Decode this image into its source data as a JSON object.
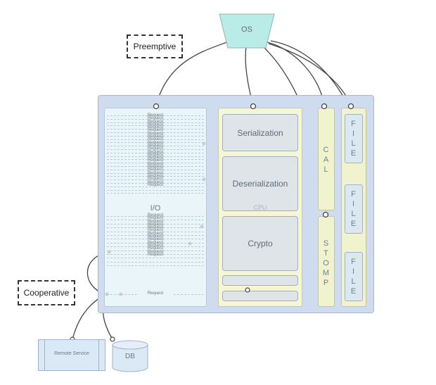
{
  "os_label": "OS",
  "preemptive_label": "Preemptive",
  "cooperative_label": "Cooperative",
  "io_label": "I/O",
  "cpu_label": "CPU",
  "request_label": "Request",
  "cpu_items": [
    "Serialization",
    "Deserialization",
    "Crypto"
  ],
  "cal_letters": [
    "C",
    "A",
    "L"
  ],
  "stomp_letters": [
    "S",
    "T",
    "O",
    "M",
    "P"
  ],
  "file_letters": [
    "F",
    "I",
    "L",
    "E"
  ],
  "remote_service_label": "Remote Service",
  "db_label": "DB",
  "request_group_1_count": 24,
  "request_group_2_count": 14,
  "colors": {
    "os_fill": "#b9ece6",
    "main_bg": "#cfdcef",
    "io_bg": "#e9f5f8",
    "cpu_bg": "#f4f6d5",
    "connector": "#444444"
  }
}
